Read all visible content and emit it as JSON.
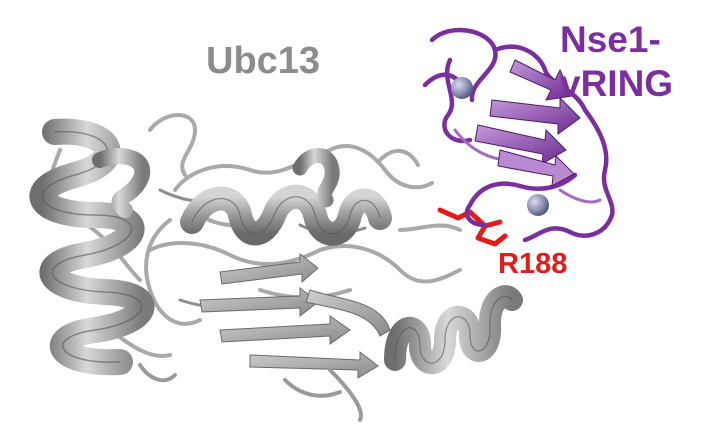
{
  "labels": {
    "ubc13": "Ubc13",
    "nse1_line1": "Nse1-",
    "nse1_line2": "vRING",
    "residue": "R188"
  },
  "colors": {
    "ubc13": "#8c8c8c",
    "nse1": "#7b2f9e",
    "residue": "#e41b1b",
    "zinc": "#8a8fb0"
  }
}
